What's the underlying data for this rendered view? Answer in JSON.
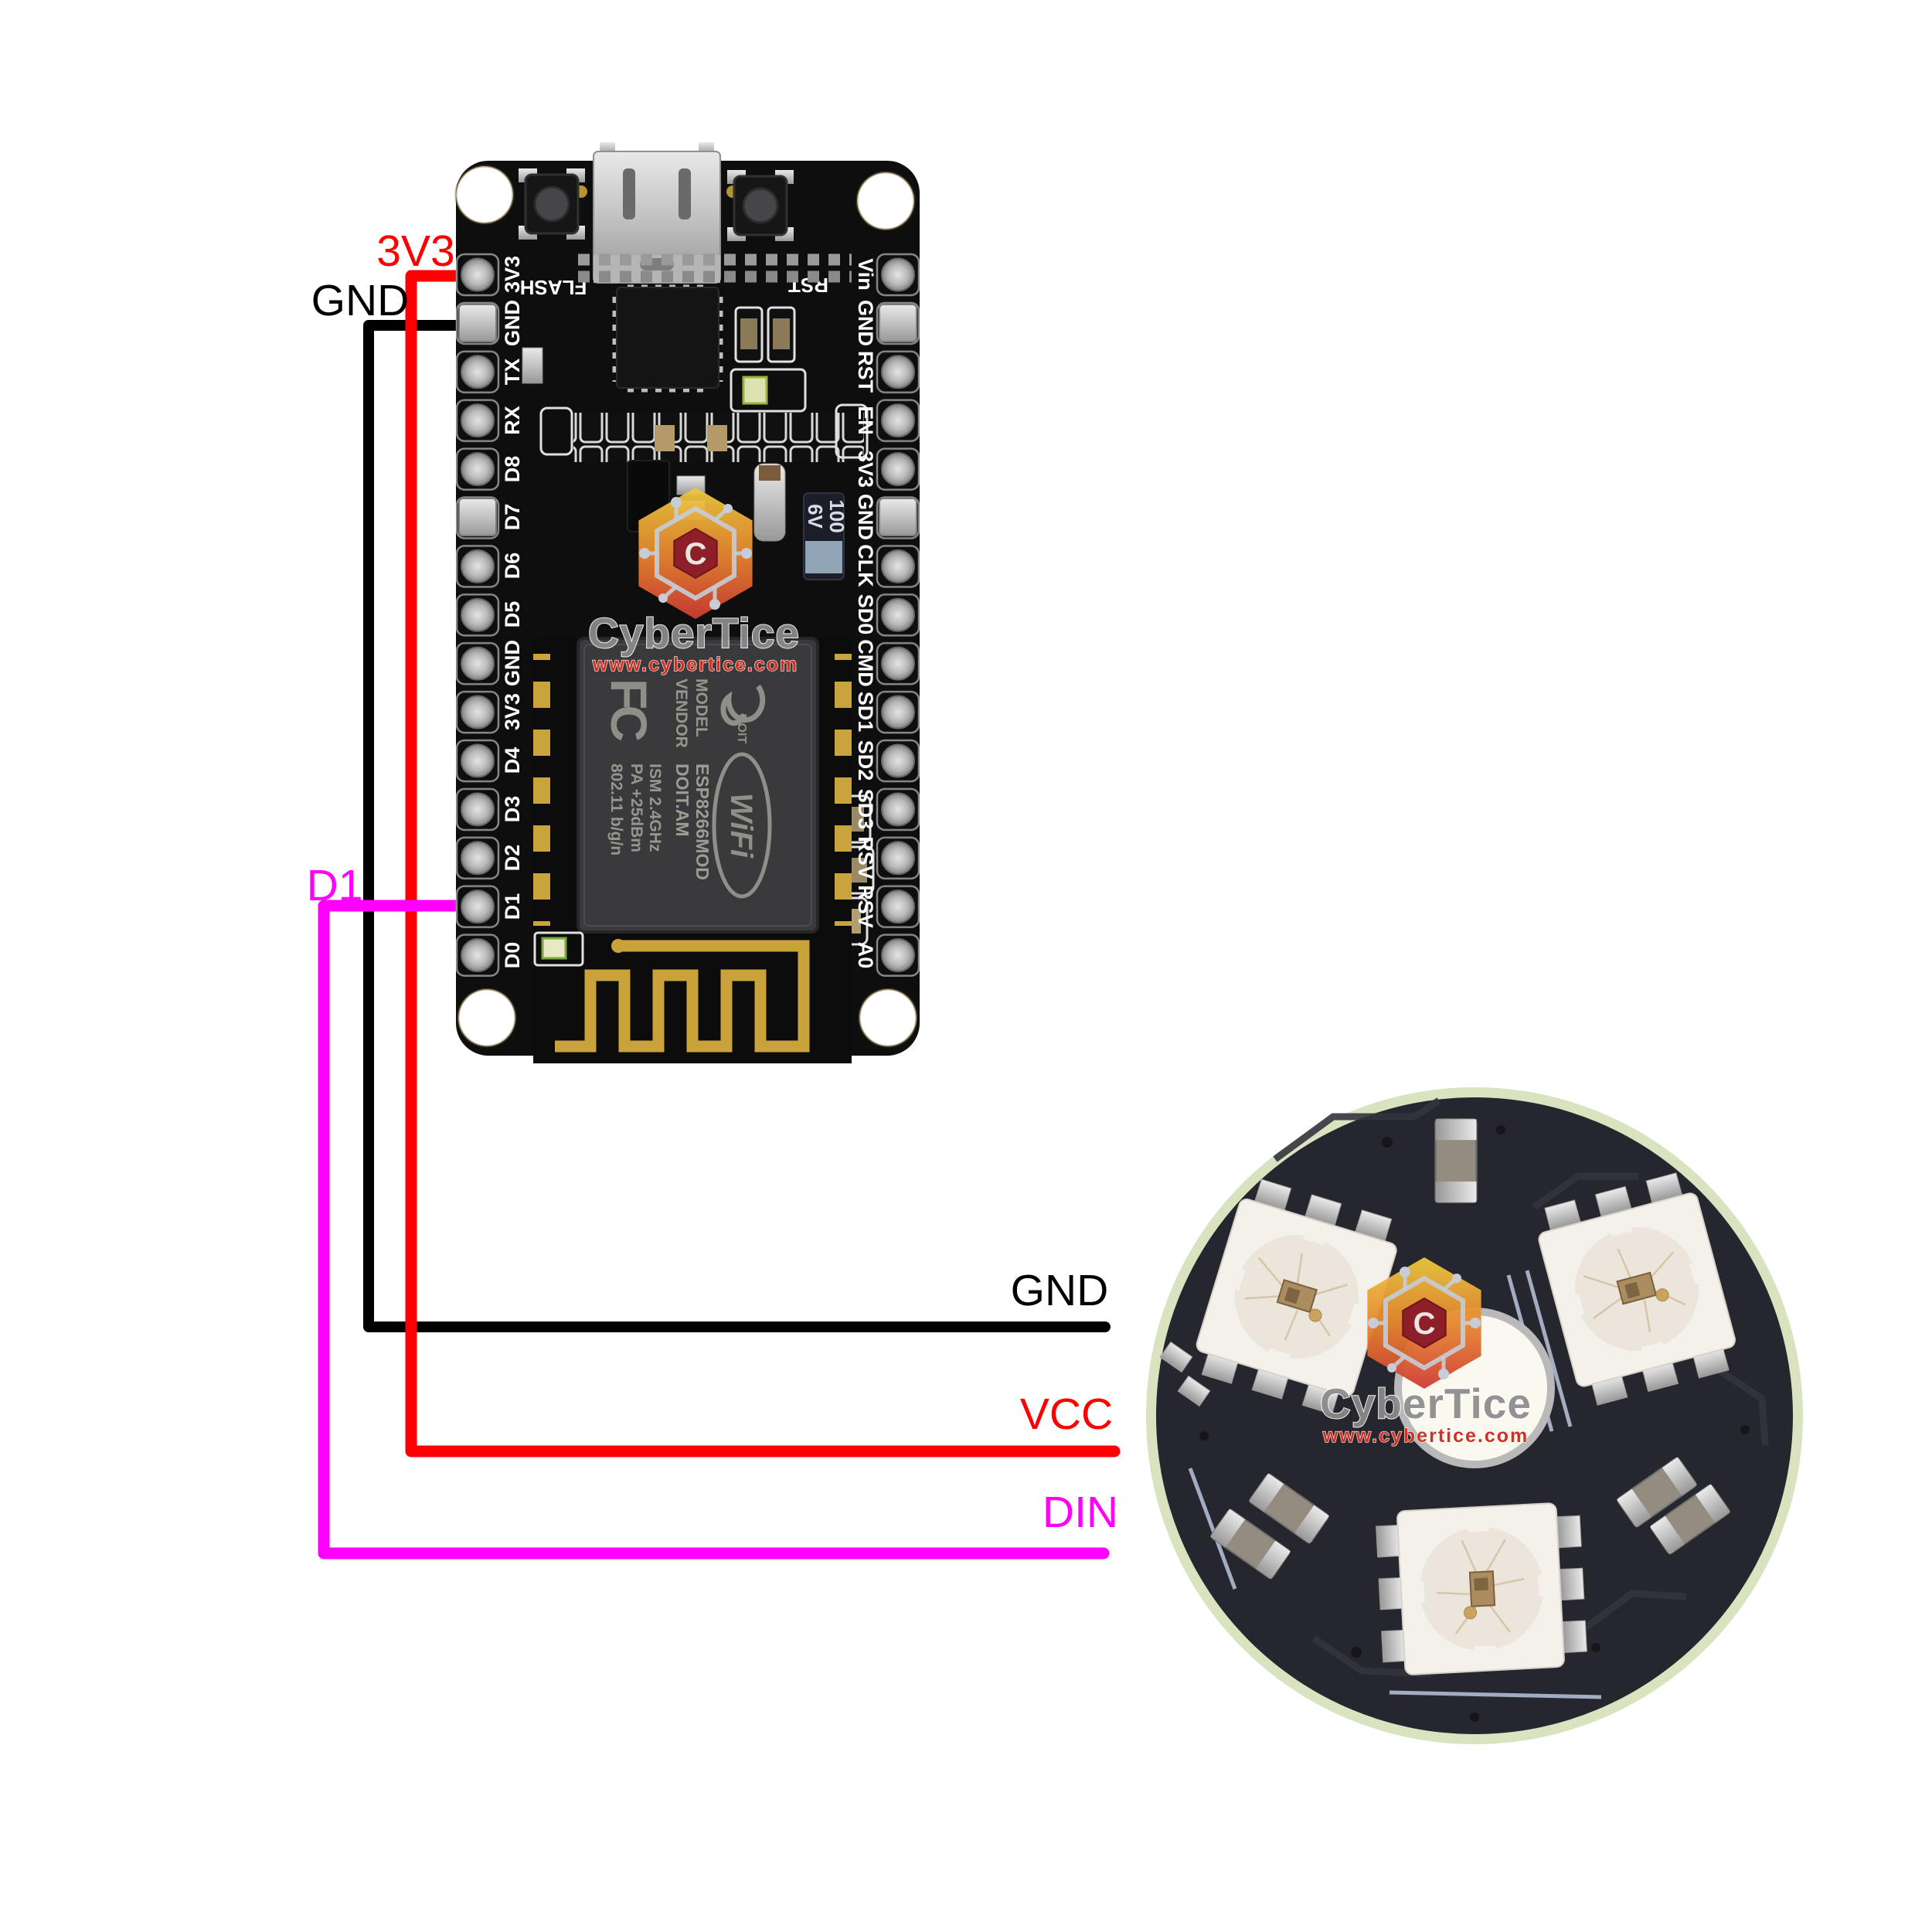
{
  "labels": {
    "v33": "3V3",
    "gnd_board": "GND",
    "d1": "D1",
    "gnd_ring": "GND",
    "vcc": "VCC",
    "din": "DIN"
  },
  "wire_colors": {
    "power": "#ff0000",
    "ground": "#000000",
    "data": "#ff00ff"
  },
  "nodemcu": {
    "left_pins": [
      "3V3",
      "GND",
      "TX",
      "RX",
      "D8",
      "D7",
      "D6",
      "D5",
      "GND",
      "3V3",
      "D4",
      "D3",
      "D2",
      "D1",
      "D0"
    ],
    "right_pins": [
      "Vin",
      "GND",
      "RST",
      "EN",
      "3V3",
      "GND",
      "CLK",
      "SD0",
      "CMD",
      "SD1",
      "SD2",
      "SD3",
      "RSV",
      "RSV",
      "A0"
    ],
    "buttons": {
      "flash": "FLASH",
      "reset": "RST"
    },
    "capacitor": {
      "value": "100",
      "voltage": "6V"
    },
    "shield": {
      "model_label": "MODEL",
      "vendor_label": "VENDOR",
      "model": "ESP8266MOD",
      "vendor": "DOIT.AM",
      "ism": "ISM 2.4GHz",
      "pa": "PA +25dBm",
      "standard": "802.11 b/g/n",
      "fcc_mark": "FC",
      "wifi_mark": "WiFi",
      "doit_mark": "DOIT"
    }
  },
  "watermark": {
    "brand": "CyberTice",
    "url": "www.cybertice.com",
    "monogram": "C"
  }
}
